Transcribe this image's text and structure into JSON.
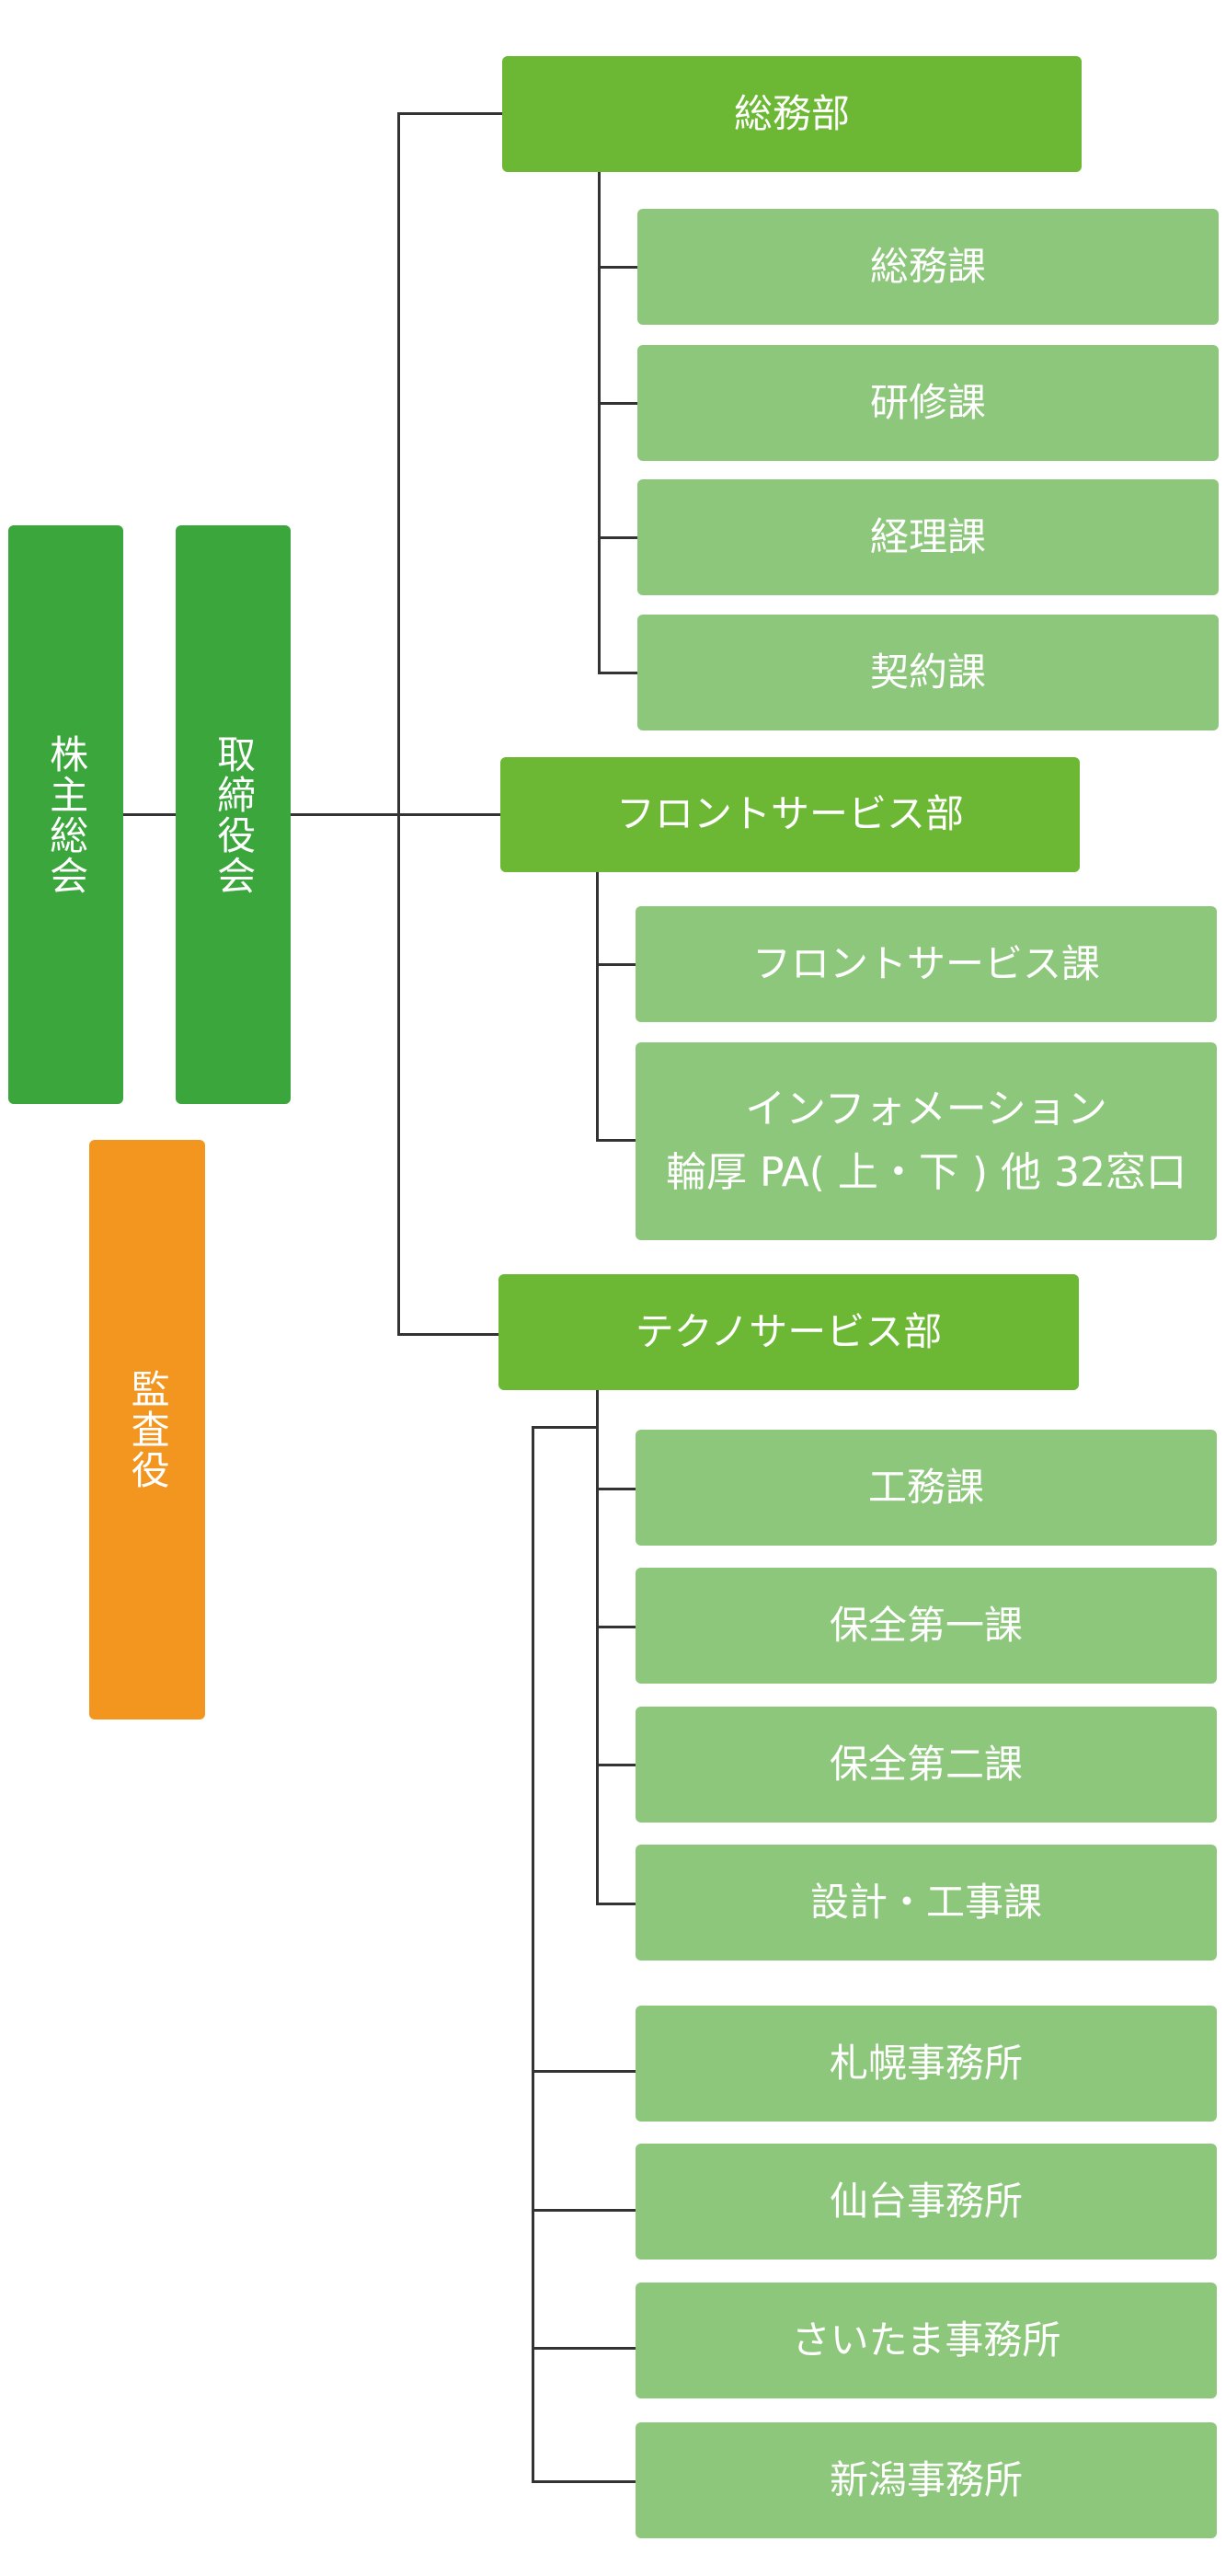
{
  "top": {
    "shareholders": "株主総会",
    "board": "取締役会",
    "auditor": "監査役"
  },
  "departments": [
    {
      "name": "総務部",
      "sections": [
        "総務課",
        "研修課",
        "経理課",
        "契約課"
      ]
    },
    {
      "name": "フロントサービス部",
      "sections": [
        "フロントサービス課",
        {
          "line1": "インフォメーション",
          "line2": "輪厚 PA( 上・下 ) 他 32窓口"
        }
      ]
    },
    {
      "name": "テクノサービス部",
      "sections": [
        "工務課",
        "保全第一課",
        "保全第二課",
        "設計・工事課"
      ],
      "offices": [
        "札幌事務所",
        "仙台事務所",
        "さいたま事務所",
        "新潟事務所"
      ]
    }
  ],
  "colors": {
    "board": "#3ba63b",
    "department": "#6cb834",
    "section": "#8dc77b",
    "auditor": "#f29620",
    "connector": "#333333",
    "text": "#ffffff"
  }
}
